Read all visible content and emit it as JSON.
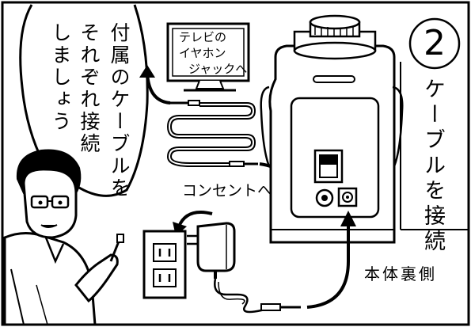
{
  "speech_bubble": {
    "line1": "付属のケーブルを",
    "line2": "それぞれ接続",
    "line3": "しましょう"
  },
  "step": {
    "number": "2",
    "title": "ケーブルを接続"
  },
  "tv_screen": {
    "line1": "テレビの",
    "line2": "イヤホン",
    "line3": "ジャックへ"
  },
  "labels": {
    "outlet": "コンセントへ",
    "rear_view": "本体裏側"
  }
}
